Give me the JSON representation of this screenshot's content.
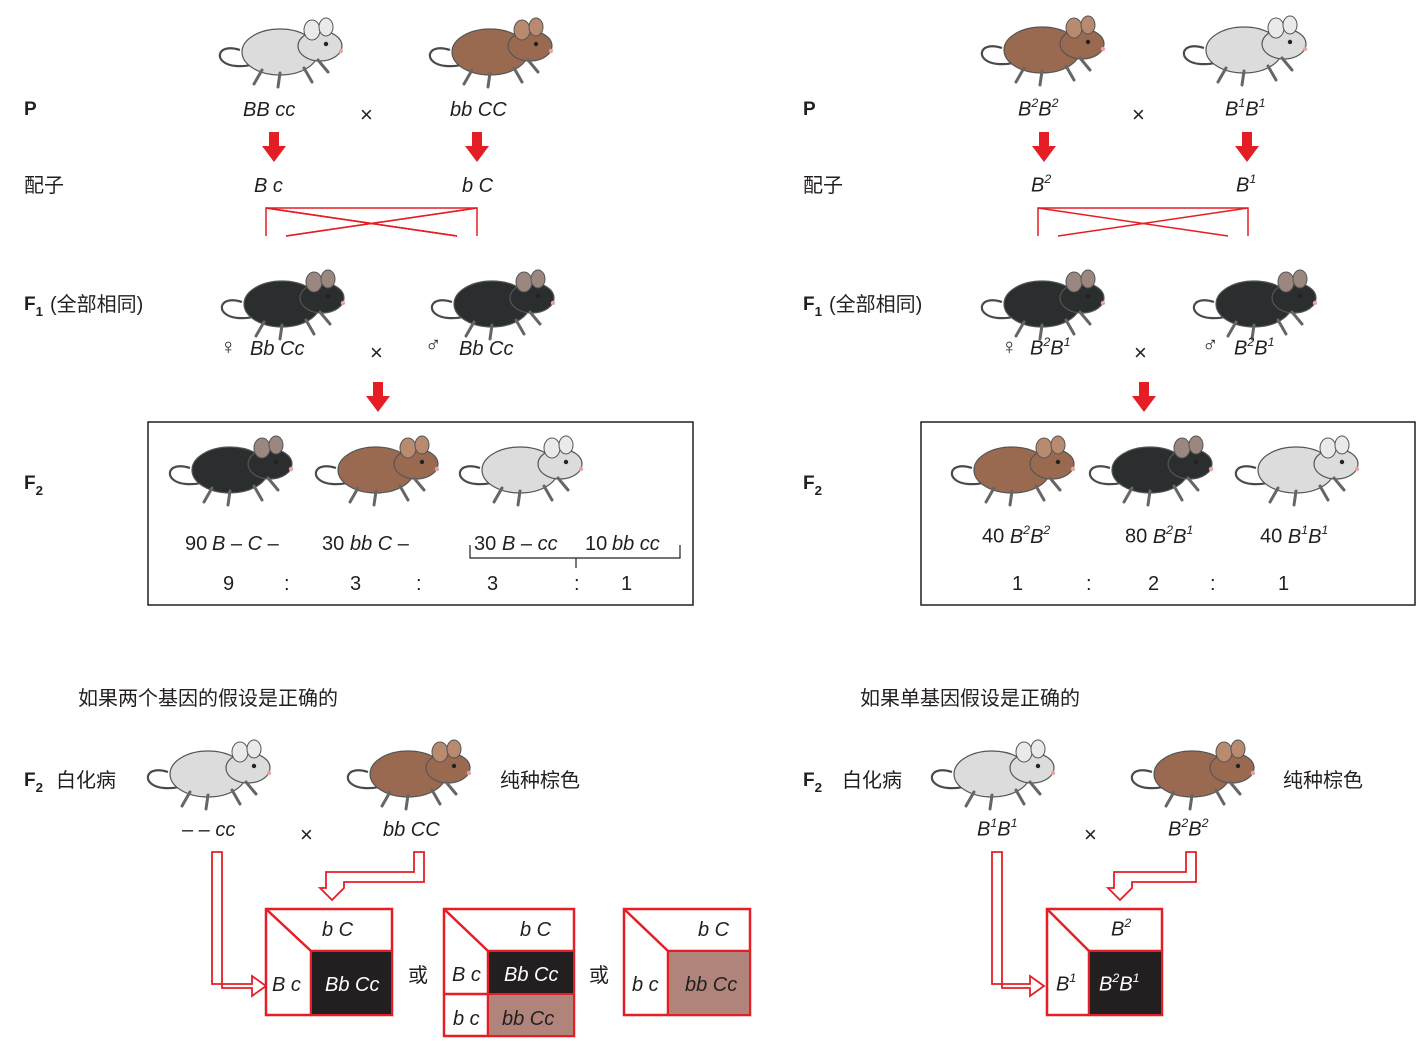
{
  "colors": {
    "arrow": "#e51e25",
    "albino": "#dcdcdc",
    "brown": "#9a6a50",
    "black": "#2b2e2e",
    "cell_black": "#231f20",
    "cell_brown": "#b0847a"
  },
  "icons": [
    "mouse-icon",
    "red-down-arrow-icon",
    "female-symbol",
    "male-symbol",
    "cross-icon"
  ],
  "left": {
    "p_label": "P",
    "gamete_label": "配子",
    "f1_label": "F",
    "f1_sub": "1",
    "f1_note": "(全部相同)",
    "f2_label": "F",
    "f2_sub": "2",
    "p_geno_1": "BB cc",
    "p_geno_2": "bb CC",
    "cross": "×",
    "gamete_1": "B c",
    "gamete_2": "b C",
    "female": "♀",
    "male": "♂",
    "f1_geno_1": "Bb Cc",
    "f1_geno_2": "Bb Cc",
    "f2_count_1": "90",
    "f2_geno_1": "B – C –",
    "f2_count_2": "30",
    "f2_geno_2": "bb C –",
    "f2_count_3": "30",
    "f2_geno_3": "B – cc",
    "f2_count_4": "10",
    "f2_geno_4": "bb cc",
    "ratio_1": "9",
    "ratio_2": "3",
    "ratio_3": "3",
    "ratio_4": "1",
    "colon": ":"
  },
  "right": {
    "p_label": "P",
    "gamete_label": "配子",
    "f1_label": "F",
    "f1_sub": "1",
    "f1_note": "(全部相同)",
    "f2_label": "F",
    "f2_sub": "2",
    "cross": "×",
    "female": "♀",
    "male": "♂",
    "f2_count_1": "40",
    "f2_count_2": "80",
    "f2_count_3": "40",
    "ratio_1": "1",
    "ratio_2": "2",
    "ratio_3": "1",
    "colon": ":"
  },
  "bottom_left": {
    "heading": "如果两个基因的假设是正确的",
    "f2_label": "F",
    "f2_sub": "2",
    "albino": "白化病",
    "pure_brown": "纯种棕色",
    "geno_1": "– – cc",
    "geno_2": "bb CC",
    "cross": "×",
    "or": "或",
    "sq1_top": "b C",
    "sq1_left": "B c",
    "sq1_cell": "Bb Cc",
    "sq2_top": "b C",
    "sq2_left_1": "B c",
    "sq2_left_2": "b c",
    "sq2_cell_1": "Bb Cc",
    "sq2_cell_2": "bb Cc",
    "sq3_top": "b C",
    "sq3_left": "b c",
    "sq3_cell": "bb Cc"
  },
  "bottom_right": {
    "heading": "如果单基因假设是正确的",
    "f2_label": "F",
    "f2_sub": "2",
    "albino": "白化病",
    "pure_brown": "纯种棕色",
    "cross": "×"
  }
}
